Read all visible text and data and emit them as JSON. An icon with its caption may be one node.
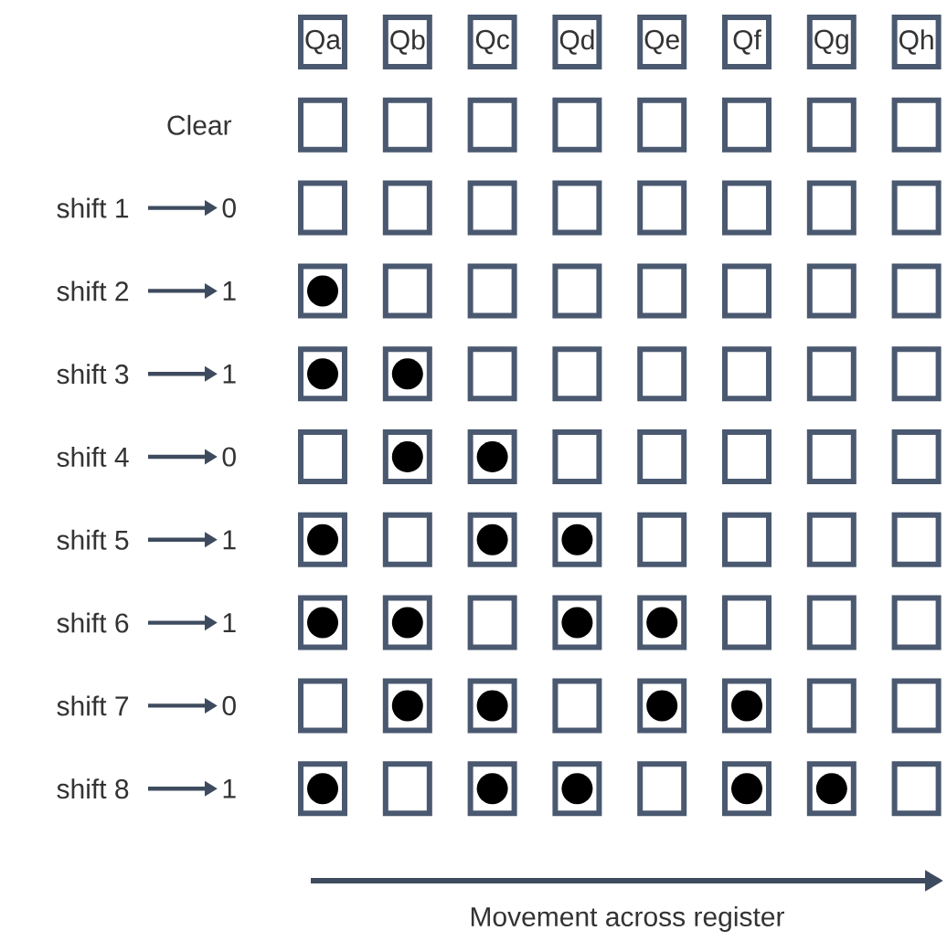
{
  "diagram": {
    "nodes": [
      {
        "text": [
          "Qa"
        ]
      },
      {
        "text": [
          "Qb"
        ]
      },
      {
        "text": [
          "Qc"
        ]
      },
      {
        "text": [
          "Qd"
        ]
      },
      {
        "text": [
          "Qe"
        ]
      },
      {
        "text": [
          "Qf"
        ]
      },
      {
        "text": [
          "Qg"
        ]
      },
      {
        "text": [
          "Qh"
        ]
      },
      {
        "text": [],
        "shape": "box"
      },
      {
        "text": [],
        "shape": "box"
      },
      {
        "text": [],
        "shape": "box"
      },
      {
        "text": [],
        "shape": "box"
      },
      {
        "text": [],
        "shape": "box"
      },
      {
        "text": [],
        "shape": "box"
      },
      {
        "text": [],
        "shape": "box"
      },
      {
        "text": [],
        "shape": "box"
      },
      {
        "text": [
          "shift 1"
        ]
      },
      {
        "text": [
          "0"
        ]
      },
      {
        "text": [],
        "shape": "box"
      },
      {
        "text": [],
        "shape": "box"
      },
      {
        "text": [],
        "shape": "box"
      },
      {
        "text": [],
        "shape": "box"
      },
      {
        "text": [],
        "shape": "box"
      },
      {
        "text": [],
        "shape": "box"
      },
      {
        "text": [],
        "shape": "box"
      },
      {
        "text": [],
        "shape": "box"
      },
      {
        "text": [
          "shift 2"
        ]
      },
      {
        "text": [
          "1"
        ]
      },
      {
        "text": [],
        "shape": "box"
      },
      {
        "text": [],
        "shape": "circle",
        "in": 28
      },
      {
        "text": [],
        "shape": "box"
      },
      {
        "text": [],
        "shape": "box"
      },
      {
        "text": [],
        "shape": "box"
      },
      {
        "text": [],
        "shape": "box"
      },
      {
        "text": [],
        "shape": "box"
      },
      {
        "text": [],
        "shape": "box"
      },
      {
        "text": [],
        "shape": "box"
      },
      {
        "text": [
          "shift 3"
        ]
      },
      {
        "text": [
          "1"
        ]
      },
      {
        "text": [],
        "shape": "box"
      },
      {
        "text": [],
        "shape": "circle",
        "in": 39
      },
      {
        "text": [],
        "shape": "box"
      },
      {
        "text": [],
        "shape": "circle",
        "in": 41
      },
      {
        "text": [],
        "shape": "box"
      },
      {
        "text": [],
        "shape": "box"
      },
      {
        "text": [],
        "shape": "box"
      },
      {
        "text": [],
        "shape": "box"
      },
      {
        "text": [],
        "shape": "box"
      },
      {
        "text": [],
        "shape": "box"
      },
      {
        "text": [
          "shift 4"
        ]
      },
      {
        "text": [
          "0"
        ]
      },
      {
        "text": [],
        "shape": "box"
      },
      {
        "text": [],
        "shape": "box"
      },
      {
        "text": [],
        "shape": "circle",
        "in": 52
      },
      {
        "text": [],
        "shape": "box"
      },
      {
        "text": [],
        "shape": "circle",
        "in": 54
      },
      {
        "text": [],
        "shape": "box"
      },
      {
        "text": [],
        "shape": "box"
      },
      {
        "text": [],
        "shape": "box"
      },
      {
        "text": [],
        "shape": "box"
      },
      {
        "text": [],
        "shape": "box"
      },
      {
        "text": [
          "shift 5"
        ]
      },
      {
        "text": [
          "1"
        ]
      },
      {
        "text": [],
        "shape": "box"
      },
      {
        "text": [],
        "shape": "circle",
        "in": 63
      },
      {
        "text": [],
        "shape": "box"
      },
      {
        "text": [],
        "shape": "box"
      },
      {
        "text": [],
        "shape": "circle",
        "in": 66
      },
      {
        "text": [],
        "shape": "box"
      },
      {
        "text": [],
        "shape": "circle",
        "in": 68
      },
      {
        "text": [],
        "shape": "box"
      },
      {
        "text": [],
        "shape": "box"
      },
      {
        "text": [],
        "shape": "box"
      },
      {
        "text": [],
        "shape": "box"
      },
      {
        "text": [
          "shift 6"
        ]
      },
      {
        "text": [
          "1"
        ]
      },
      {
        "text": [],
        "shape": "box"
      },
      {
        "text": [],
        "shape": "circle",
        "in": 76
      },
      {
        "text": [],
        "shape": "box"
      },
      {
        "text": [],
        "shape": "circle",
        "in": 78
      },
      {
        "text": [],
        "shape": "box"
      },
      {
        "text": [],
        "shape": "box"
      },
      {
        "text": [],
        "shape": "circle",
        "in": 81
      },
      {
        "text": [],
        "shape": "box"
      },
      {
        "text": [],
        "shape": "circle",
        "in": 83
      },
      {
        "text": [],
        "shape": "box"
      },
      {
        "text": [],
        "shape": "box"
      },
      {
        "text": [],
        "shape": "box"
      },
      {
        "text": [
          "shift 7"
        ]
      },
      {
        "text": [
          "0"
        ]
      },
      {
        "text": [],
        "shape": "box"
      },
      {
        "text": [],
        "shape": "box"
      },
      {
        "text": [],
        "shape": "circle",
        "in": 91
      },
      {
        "text": [],
        "shape": "box"
      },
      {
        "text": [],
        "shape": "circle",
        "in": 93
      },
      {
        "text": [],
        "shape": "box"
      },
      {
        "text": [],
        "shape": "box"
      },
      {
        "text": [],
        "shape": "circle",
        "in": 96
      },
      {
        "text": [],
        "shape": "box"
      },
      {
        "text": [],
        "shape": "circle",
        "in": 98
      },
      {
        "text": [],
        "shape": "box"
      },
      {
        "text": [],
        "shape": "box"
      },
      {
        "text": [
          "shift 8"
        ]
      },
      {
        "text": [
          "1"
        ]
      },
      {
        "text": [],
        "shape": "box"
      },
      {
        "text": [],
        "shape": "circle",
        "in": 104
      },
      {
        "text": [],
        "shape": "box"
      },
      {
        "text": [],
        "shape": "box"
      },
      {
        "text": [],
        "shape": "circle",
        "in": 107
      },
      {
        "text": [],
        "shape": "box"
      },
      {
        "text": [],
        "shape": "circle",
        "in": 109
      },
      {
        "text": [],
        "shape": "box"
      },
      {
        "text": [],
        "shape": "box"
      },
      {
        "text": [],
        "shape": "circle",
        "in": 112
      },
      {
        "text": [],
        "shape": "box"
      },
      {
        "text": [],
        "shape": "circle",
        "in": 114
      },
      {
        "text": [],
        "shape": "box"
      }
    ],
    "edges": [
      {
        "from": 16,
        "to": 17,
        "arrow": "to"
      },
      {
        "from": 26,
        "to": 27,
        "arrow": "to"
      },
      {
        "from": 37,
        "to": 38,
        "arrow": "to"
      },
      {
        "from": 49,
        "to": 50,
        "arrow": "to"
      },
      {
        "from": 61,
        "to": 62,
        "arrow": "to"
      },
      {
        "from": 74,
        "to": 75,
        "arrow": "to"
      },
      {
        "from": 88,
        "to": 89,
        "arrow": "to"
      },
      {
        "from": 102,
        "to": 103,
        "arrow": "to"
      }
    ],
    "labels": [
      "Clear",
      "Movement across register"
    ]
  }
}
